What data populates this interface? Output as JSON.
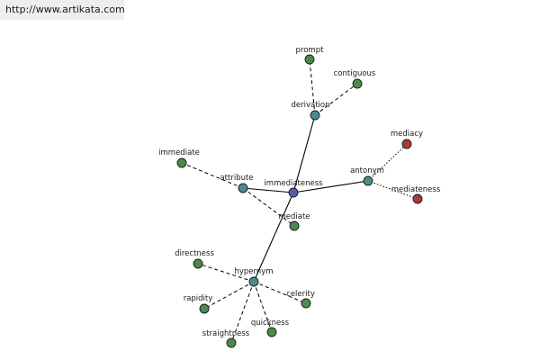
{
  "header": {
    "url": "http://www.artikata.com"
  },
  "diagram": {
    "colors": {
      "center": "#5060b0",
      "relation": "#4a8c8c",
      "leaf": "#4e8a4e",
      "antonym_leaf": "#a83a3a"
    },
    "nodes": [
      {
        "id": "immediateness",
        "label": "immediateness",
        "kind": "center"
      },
      {
        "id": "derivation",
        "label": "derivation",
        "kind": "relation"
      },
      {
        "id": "attribute",
        "label": "attribute",
        "kind": "relation"
      },
      {
        "id": "antonym",
        "label": "antonym",
        "kind": "relation"
      },
      {
        "id": "hypernym",
        "label": "hypernym",
        "kind": "relation"
      },
      {
        "id": "prompt",
        "label": "prompt",
        "kind": "leaf"
      },
      {
        "id": "contiguous",
        "label": "contiguous",
        "kind": "leaf"
      },
      {
        "id": "immediate",
        "label": "immediate",
        "kind": "leaf"
      },
      {
        "id": "mediate",
        "label": "mediate",
        "kind": "leaf"
      },
      {
        "id": "mediacy",
        "label": "mediacy",
        "kind": "antonym_leaf"
      },
      {
        "id": "mediateness",
        "label": "mediateness",
        "kind": "antonym_leaf"
      },
      {
        "id": "directness",
        "label": "directness",
        "kind": "leaf"
      },
      {
        "id": "rapidity",
        "label": "rapidity",
        "kind": "leaf"
      },
      {
        "id": "straightness",
        "label": "straightness",
        "kind": "leaf"
      },
      {
        "id": "quickness",
        "label": "quickness",
        "kind": "leaf"
      },
      {
        "id": "celerity",
        "label": "celerity",
        "kind": "leaf"
      }
    ],
    "edges": [
      {
        "from": "immediateness",
        "to": "derivation",
        "style": "solid"
      },
      {
        "from": "immediateness",
        "to": "attribute",
        "style": "solid"
      },
      {
        "from": "immediateness",
        "to": "antonym",
        "style": "solid"
      },
      {
        "from": "immediateness",
        "to": "hypernym",
        "style": "solid"
      },
      {
        "from": "derivation",
        "to": "prompt",
        "style": "dashed"
      },
      {
        "from": "derivation",
        "to": "contiguous",
        "style": "dashed"
      },
      {
        "from": "attribute",
        "to": "immediate",
        "style": "dashed"
      },
      {
        "from": "attribute",
        "to": "mediate",
        "style": "dashed"
      },
      {
        "from": "antonym",
        "to": "mediacy",
        "style": "dotted"
      },
      {
        "from": "antonym",
        "to": "mediateness",
        "style": "dotted"
      },
      {
        "from": "hypernym",
        "to": "directness",
        "style": "dashed"
      },
      {
        "from": "hypernym",
        "to": "rapidity",
        "style": "dashed"
      },
      {
        "from": "hypernym",
        "to": "straightness",
        "style": "dashed"
      },
      {
        "from": "hypernym",
        "to": "quickness",
        "style": "dashed"
      },
      {
        "from": "hypernym",
        "to": "celerity",
        "style": "dashed"
      }
    ]
  }
}
